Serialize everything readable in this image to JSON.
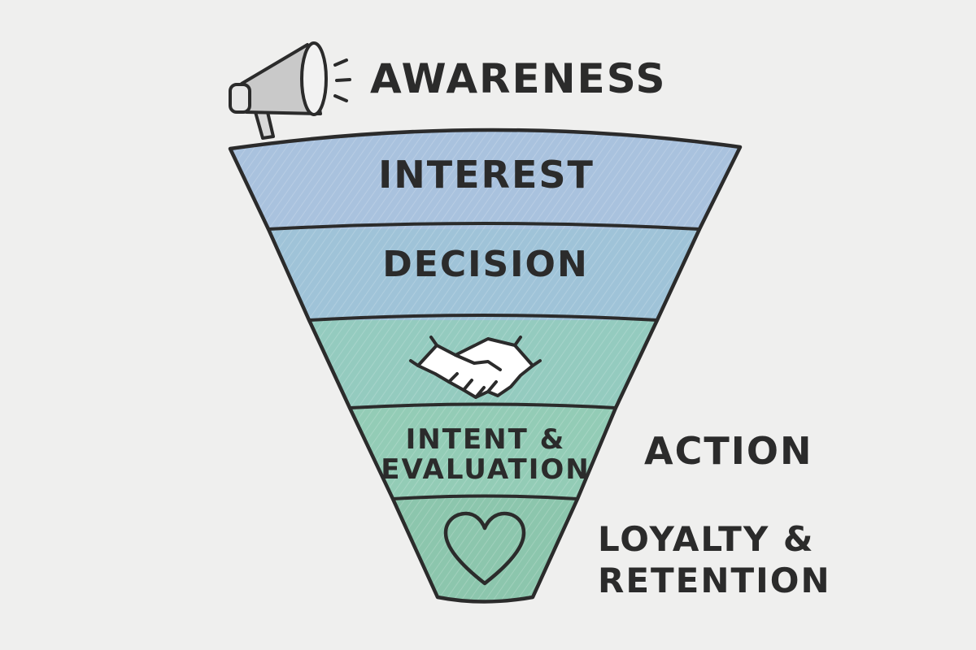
{
  "stages": {
    "awareness": "AWARENESS",
    "interest": "INTEREST",
    "decision": "DECISION",
    "intent_line1": "INTENT &",
    "intent_line2": "EVALUATION",
    "action": "ACTION",
    "loyalty_line1": "LOYALTY &",
    "loyalty_line2": "RETENTION"
  },
  "icons": {
    "top": "megaphone-icon",
    "middle": "handshake-icon",
    "bottom": "heart-icon"
  },
  "colors": {
    "background": "#efefee",
    "band_interest": "#a9c2de",
    "band_decision": "#9fc3d8",
    "band_handshake": "#94cbbf",
    "band_intent": "#93ccb6",
    "band_heart": "#8cc6ad",
    "ink": "#2b2b2b"
  }
}
